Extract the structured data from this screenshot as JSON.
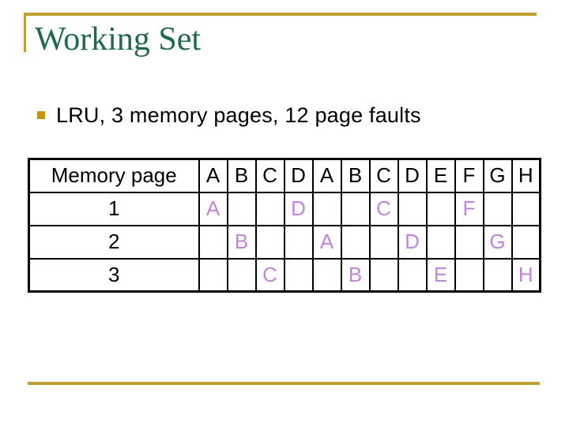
{
  "slide": {
    "title": "Working Set",
    "bullet": "LRU, 3 memory pages, 12 page faults"
  },
  "colors": {
    "gold": "#C1A033",
    "bullet_gold": "#C6930B",
    "title_green": "#1E6950",
    "purple": "#C385DC"
  },
  "table": {
    "header_label": "Memory page",
    "reference_string": [
      "A",
      "B",
      "C",
      "D",
      "A",
      "B",
      "C",
      "D",
      "E",
      "F",
      "G",
      "H"
    ],
    "rows": [
      {
        "label": "1",
        "cells": [
          "A",
          "",
          "",
          "D",
          "",
          "",
          "C",
          "",
          "",
          "F",
          "",
          ""
        ]
      },
      {
        "label": "2",
        "cells": [
          "",
          "B",
          "",
          "",
          "A",
          "",
          "",
          "D",
          "",
          "",
          "G",
          ""
        ]
      },
      {
        "label": "3",
        "cells": [
          "",
          "",
          "C",
          "",
          "",
          "B",
          "",
          "",
          "E",
          "",
          "",
          "H"
        ]
      }
    ]
  }
}
